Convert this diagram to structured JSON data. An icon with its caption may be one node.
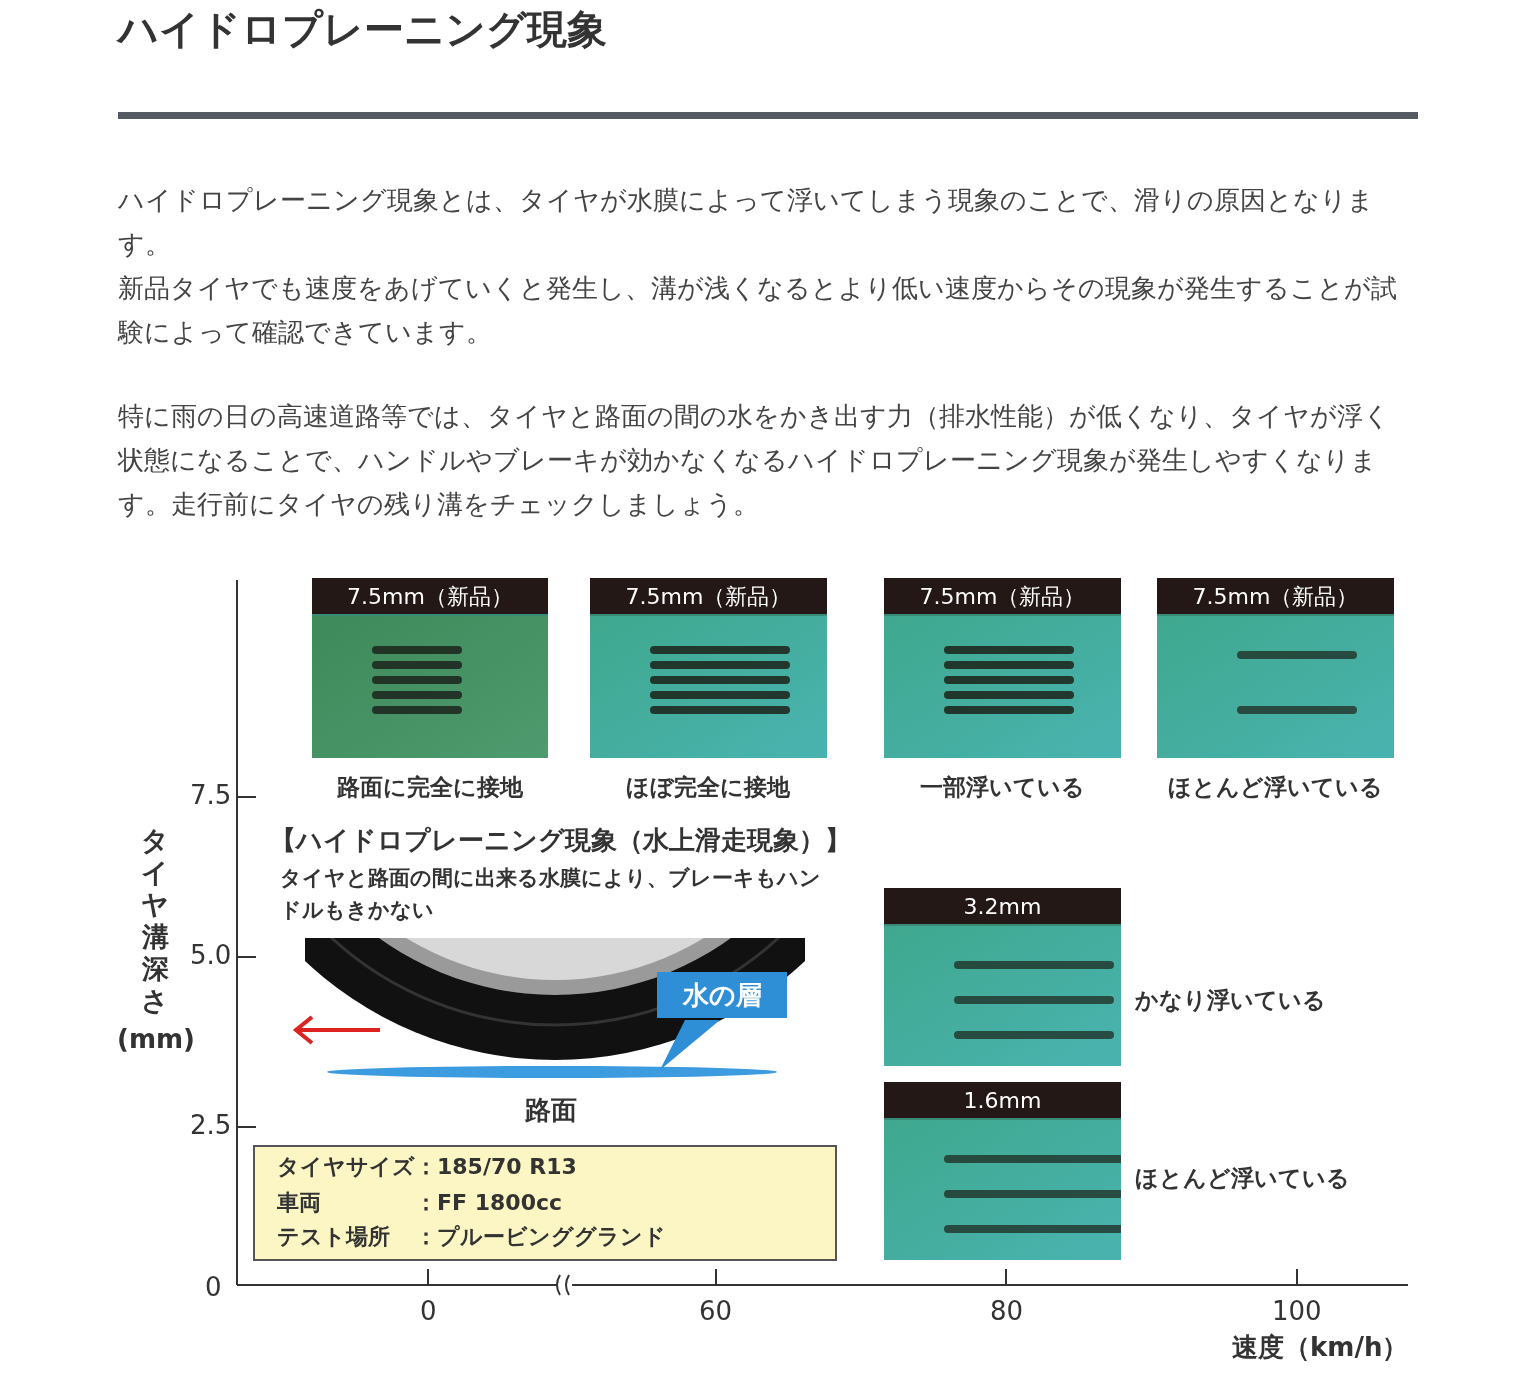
{
  "diagram": {
    "title": "ハイドロプレーニング現象",
    "nodes": [
      {
        "text": [
          "7.5mm（新品）"
        ],
        "beside": [
          "路面に完全に接地"
        ]
      },
      {
        "text": [
          "7.5mm（新品）"
        ],
        "beside": [
          "ほぼ完全に接地"
        ]
      },
      {
        "text": [
          "7.5mm（新品）"
        ],
        "beside": [
          "一部浮いている"
        ]
      },
      {
        "text": [
          "7.5mm（新品）"
        ],
        "beside": [
          "ほとんど浮いている"
        ]
      },
      {
        "text": [
          "3.2mm"
        ],
        "beside": [
          "かなり浮いている"
        ]
      },
      {
        "text": [
          "1.6mm"
        ],
        "beside": [
          "ほとんど浮いている"
        ]
      }
    ],
    "labels": [
      "ハイドロプレーニング現象とは、タイヤが水膜によって浮いてしまう現象のことで、滑りの原因となります。",
      "新品タイヤでも速度をあげていくと発生し、溝が浅くなるとより低い速度からその現象が発生することが試験によって確認できています。",
      "特に雨の日の高速道路等では、タイヤと路面の間の水をかき出す力（排水性能）が低くなり、タイヤが浮く状態になることで、ハンドルやブレーキが効かなくなるハイドロプレーニング現象が発生しやすくなります。走行前にタイヤの残り溝をチェックしましょう。",
      "【ハイドロプレーニング現象（水上滑走現象）】",
      "タイヤと路面の間に出来る水膜により、ブレーキもハンドルもきかない",
      "水の層",
      "路面",
      "タイヤサイズ",
      "：185/70 R13",
      "車両",
      "：FF 1800cc",
      "テスト場所",
      "：プルービンググランド",
      "タイヤ溝深さ",
      "(mm)",
      "7.5",
      "5.0",
      "2.5",
      "0",
      "0",
      "60",
      "80",
      "100",
      "速度（km/h）"
    ]
  }
}
